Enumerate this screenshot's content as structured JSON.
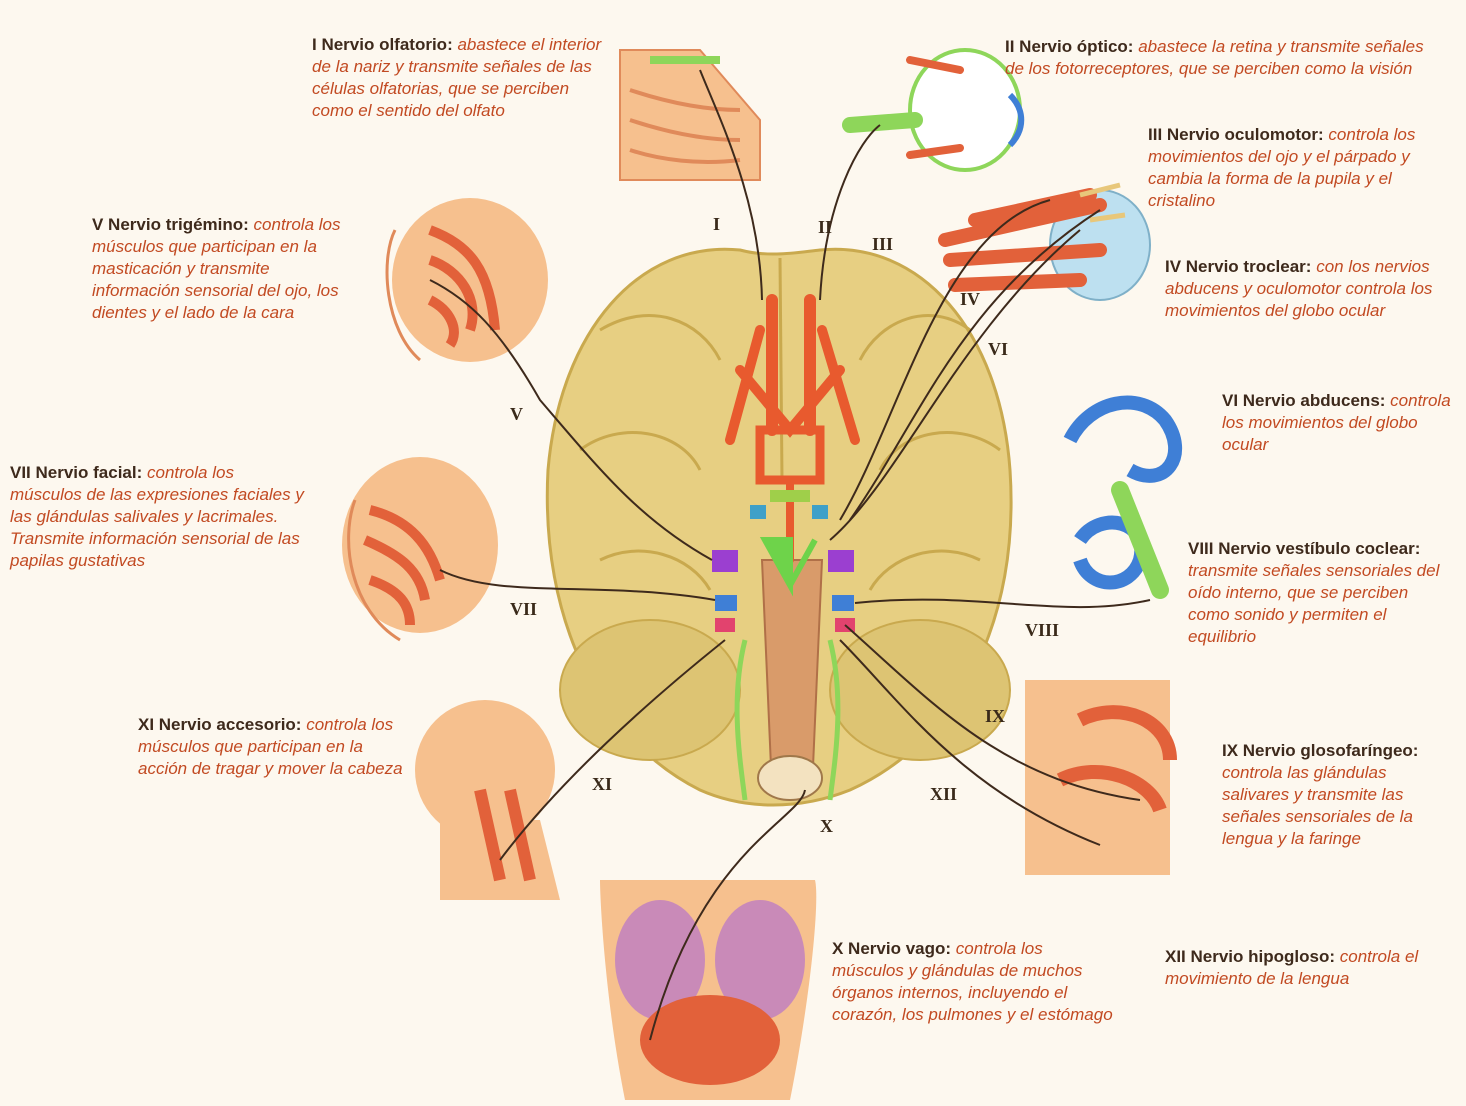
{
  "nerves": [
    {
      "id": "I",
      "title": "I Nervio olfatorio:",
      "body": "abastece el interior de la nariz y transmite señales de las células olfatorias, que se perciben como el sentido del olfato",
      "color": "#8ed65a"
    },
    {
      "id": "II",
      "title": "II Nervio óptico:",
      "body": "abastece la retina y transmite señales de los fotorreceptores, que se perciben como la visión",
      "color": "#8ed65a"
    },
    {
      "id": "III",
      "title": "III Nervio oculomotor:",
      "body": "controla los movimientos del ojo y el párpado y cambia la forma de la pupila y el cristalino",
      "color": "#e84e2a"
    },
    {
      "id": "IV",
      "title": "IV Nervio troclear:",
      "body": "con los nervios abducens y oculomotor controla los movimientos del globo ocular",
      "color": "#e84e2a"
    },
    {
      "id": "V",
      "title": "V Nervio trigémino:",
      "body": "controla los músculos que participan en la masticación y transmite información sensorial del ojo, los dientes y el lado de la cara",
      "color": "#9b3fd0"
    },
    {
      "id": "VI",
      "title": "VI Nervio abducens:",
      "body": "controla los movimientos del globo ocular",
      "color": "#e84e2a"
    },
    {
      "id": "VII",
      "title": "VII Nervio facial:",
      "body": "controla los músculos de las expresiones faciales y las glándulas salivales y lacrimales. Transmite información sensorial de las papilas gustativas",
      "color": "#3f7fd6"
    },
    {
      "id": "VIII",
      "title": "VIII Nervio vestíbulo coclear:",
      "body": "transmite señales sensoriales del oído interno, que se perciben como sonido y permiten el equilibrio",
      "color": "#3f7fd6"
    },
    {
      "id": "IX",
      "title": "IX Nervio glosofaríngeo:",
      "body": "controla las glándulas salivares y transmite las señales sensoriales de la lengua y la faringe",
      "color": "#e2436e"
    },
    {
      "id": "X",
      "title": "X Nervio vago:",
      "body": "controla los músculos y glándulas de muchos órganos internos, incluyendo el corazón, los pulmones y el estómago",
      "color": "#e2436e"
    },
    {
      "id": "XI",
      "title": "XI Nervio accesorio:",
      "body": "controla los músculos que participan en la acción de tragar y mover la cabeza",
      "color": "#e2436e"
    },
    {
      "id": "XII",
      "title": "XII Nervio hipogloso:",
      "body": "controla el movimiento de la lengua",
      "color": "#e2436e"
    }
  ],
  "palette": {
    "brain": "#e7cf82",
    "brain_shadow": "#c9a94e",
    "skin": "#f6c08e",
    "muscle": "#e2613a",
    "background": "#fdf8ef"
  }
}
